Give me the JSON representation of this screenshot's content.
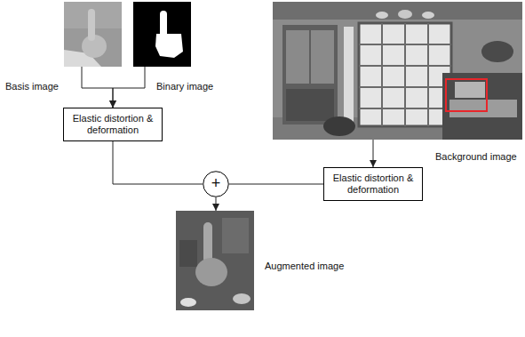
{
  "diagram": {
    "nodes": [
      {
        "text": [
          "Basis image"
        ]
      },
      {
        "text": [
          "Binary image"
        ]
      },
      {
        "text": [
          "Background image"
        ]
      },
      {
        "text": [
          "Elastic distortion & deformation"
        ]
      },
      {
        "text": [
          "Elastic distortion & deformation"
        ]
      },
      {
        "text": [
          "+"
        ]
      },
      {
        "text": [
          "Augmented image"
        ]
      }
    ],
    "edges": [
      {
        "from": 0,
        "to": 3,
        "arrow": "to"
      },
      {
        "from": 1,
        "to": 3,
        "arrow": "to"
      },
      {
        "from": 2,
        "to": 4,
        "arrow": "to"
      },
      {
        "from": 3,
        "to": 5,
        "arrow": "none"
      },
      {
        "from": 4,
        "to": 5,
        "arrow": "none"
      },
      {
        "from": 5,
        "to": 6,
        "arrow": "to"
      }
    ]
  }
}
